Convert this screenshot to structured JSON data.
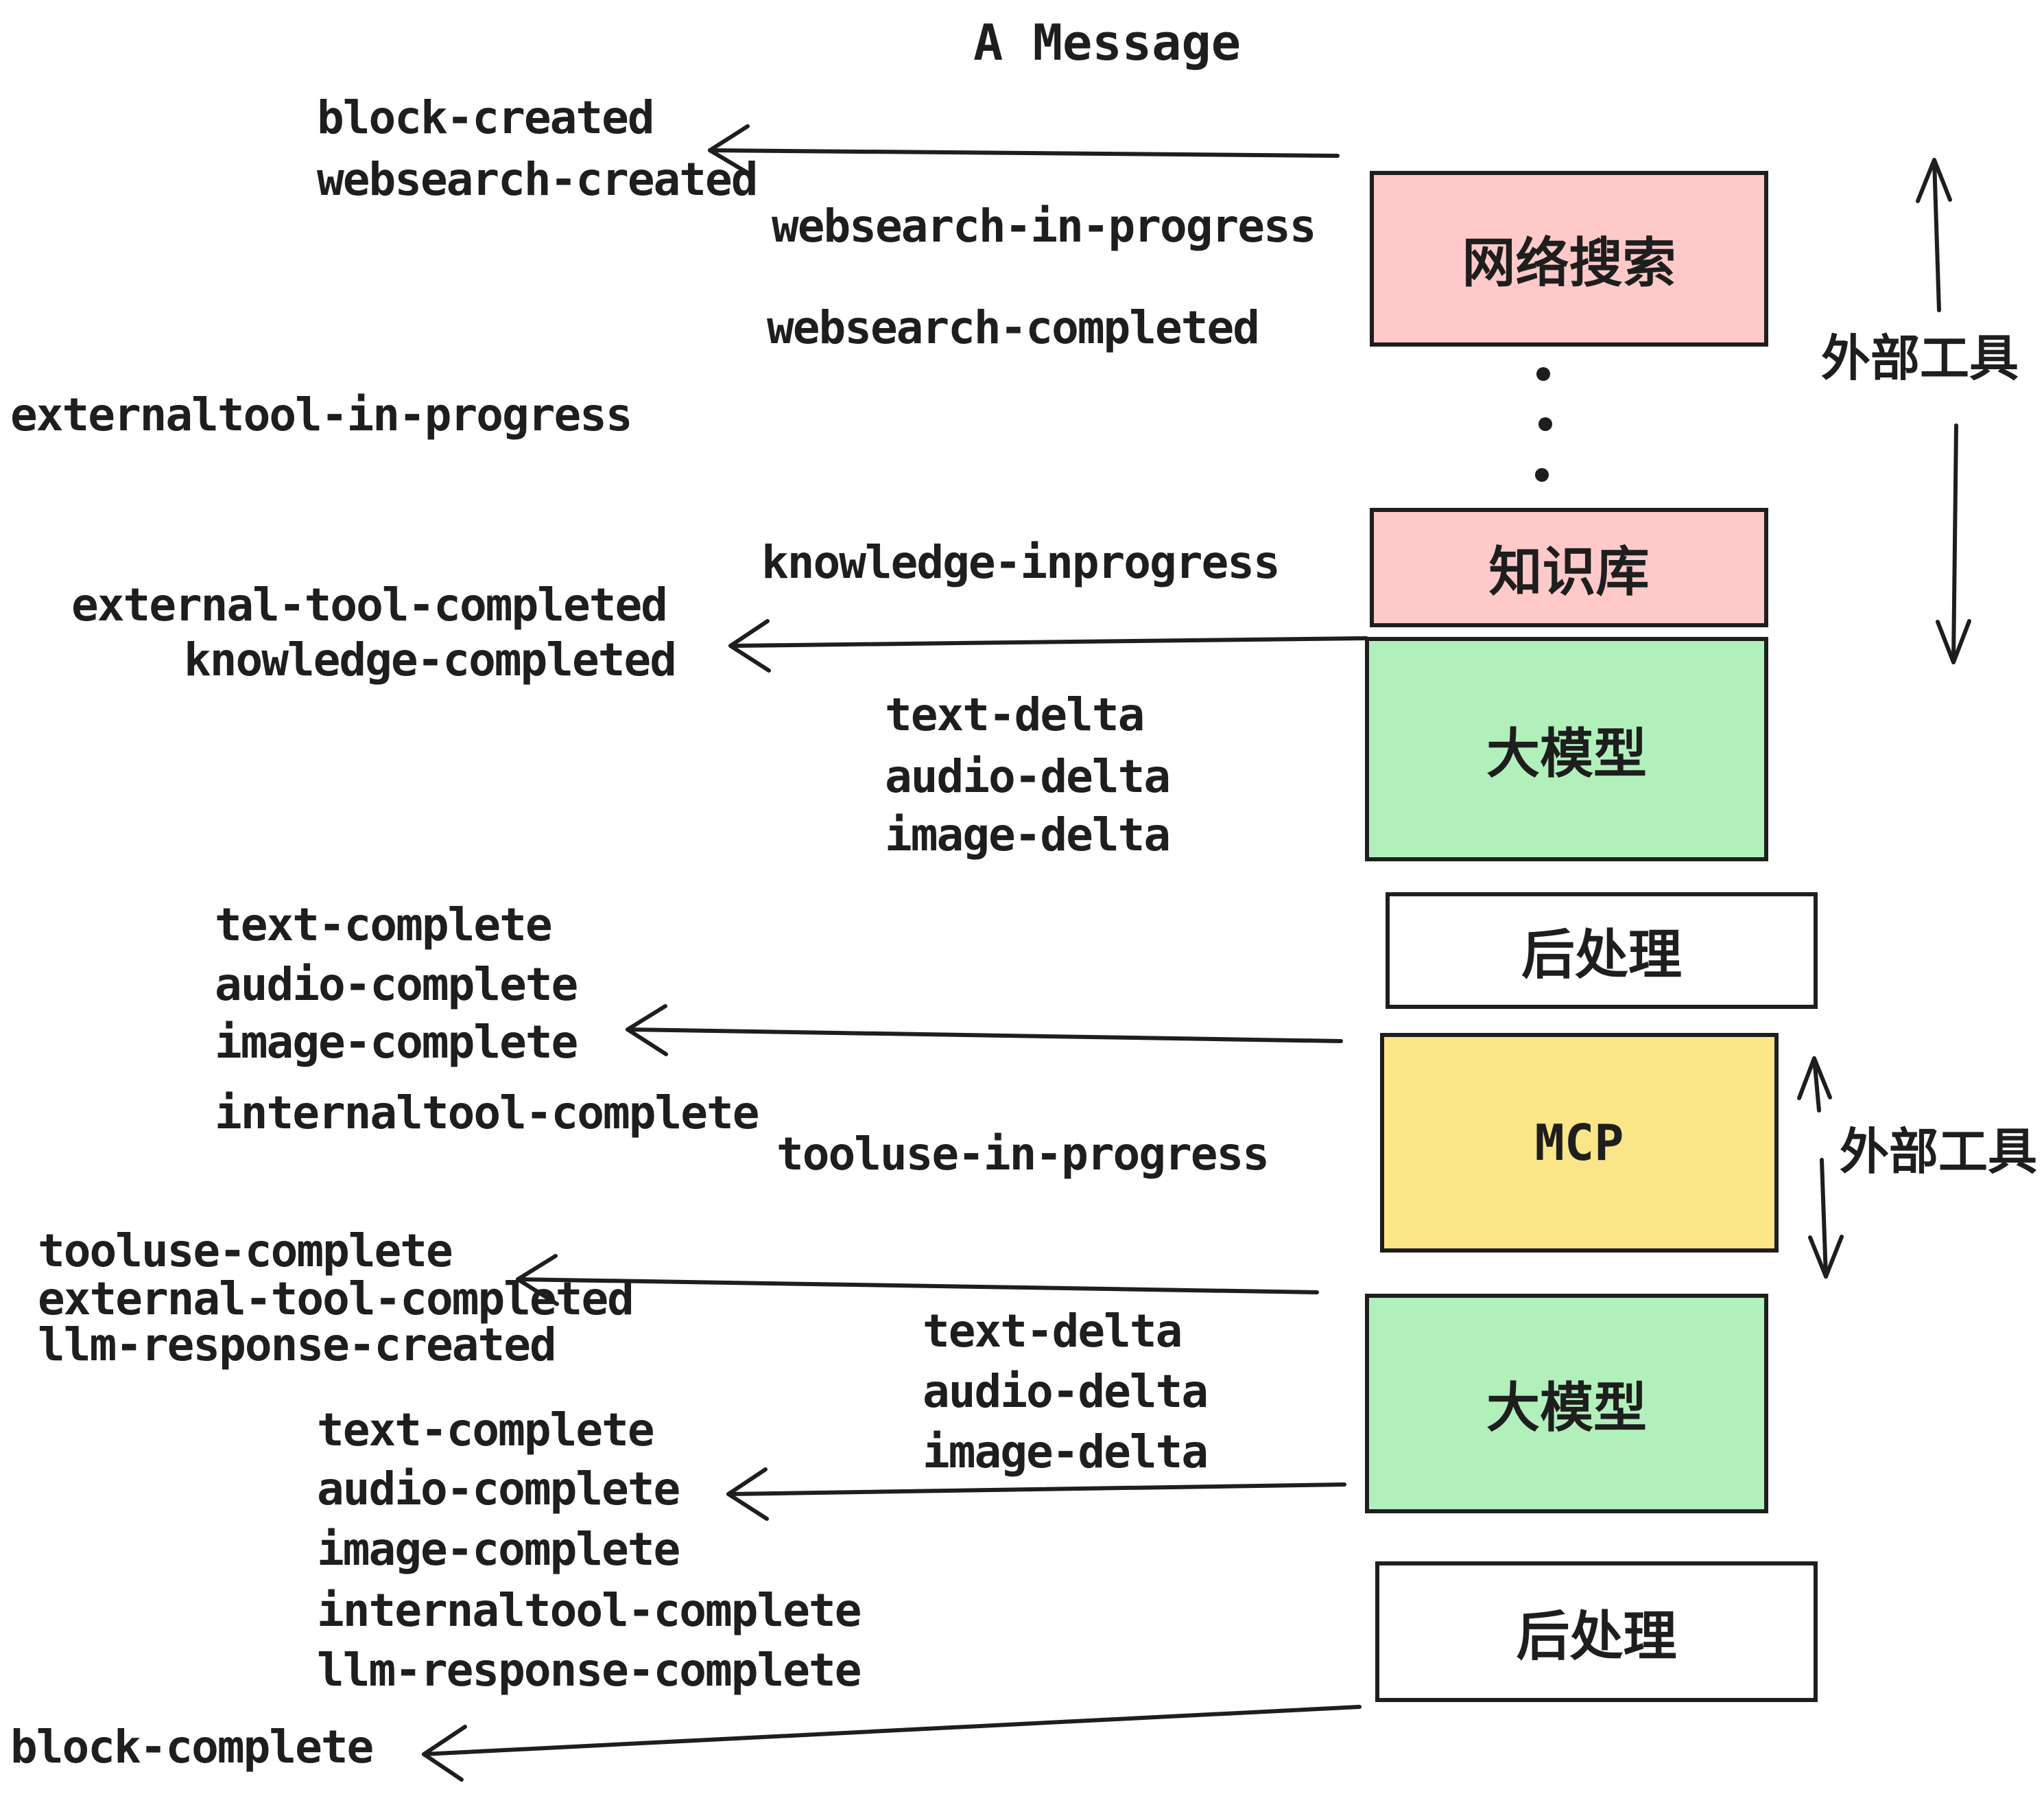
{
  "title": "A Message",
  "labels": {
    "block_created": "block-created",
    "websearch_created": "websearch-created",
    "websearch_in_progress": "websearch-in-progress",
    "websearch_completed": "websearch-completed",
    "externaltool_in_progress": "externaltool-in-progress",
    "knowledge_inprogress": "knowledge-inprogress",
    "external_tool_completed_1": "external-tool-completed",
    "knowledge_completed": "knowledge-completed",
    "text_delta_1": "text-delta",
    "audio_delta_1": "audio-delta",
    "image_delta_1": "image-delta",
    "text_complete_1": "text-complete",
    "audio_complete_1": "audio-complete",
    "image_complete_1": "image-complete",
    "internaltool_complete_1": "internaltool-complete",
    "tooluse_in_progress": "tooluse-in-progress",
    "tooluse_complete": "tooluse-complete",
    "external_tool_completed_2": "external-tool-completed",
    "llm_response_created": "llm-response-created",
    "text_delta_2": "text-delta",
    "audio_delta_2": "audio-delta",
    "image_delta_2": "image-delta",
    "text_complete_2": "text-complete",
    "audio_complete_2": "audio-complete",
    "image_complete_2": "image-complete",
    "internaltool_complete_2": "internaltool-complete",
    "llm_response_complete": "llm-response-complete",
    "block_complete": "block-complete"
  },
  "boxes": {
    "websearch": "网络搜索",
    "knowledge": "知识库",
    "llm_1": "大模型",
    "postprocess_1": "后处理",
    "mcp": "MCP",
    "llm_2": "大模型",
    "postprocess_2": "后处理"
  },
  "side_labels": {
    "external_tools_1": "外部工具",
    "external_tools_2": "外部工具"
  },
  "colors": {
    "pink": "#ffc9c9",
    "green": "#b2f0bb",
    "yellow": "#fae588",
    "stroke": "#1e1e1e",
    "box_white": "#ffffff",
    "bg": "#ffffff"
  }
}
